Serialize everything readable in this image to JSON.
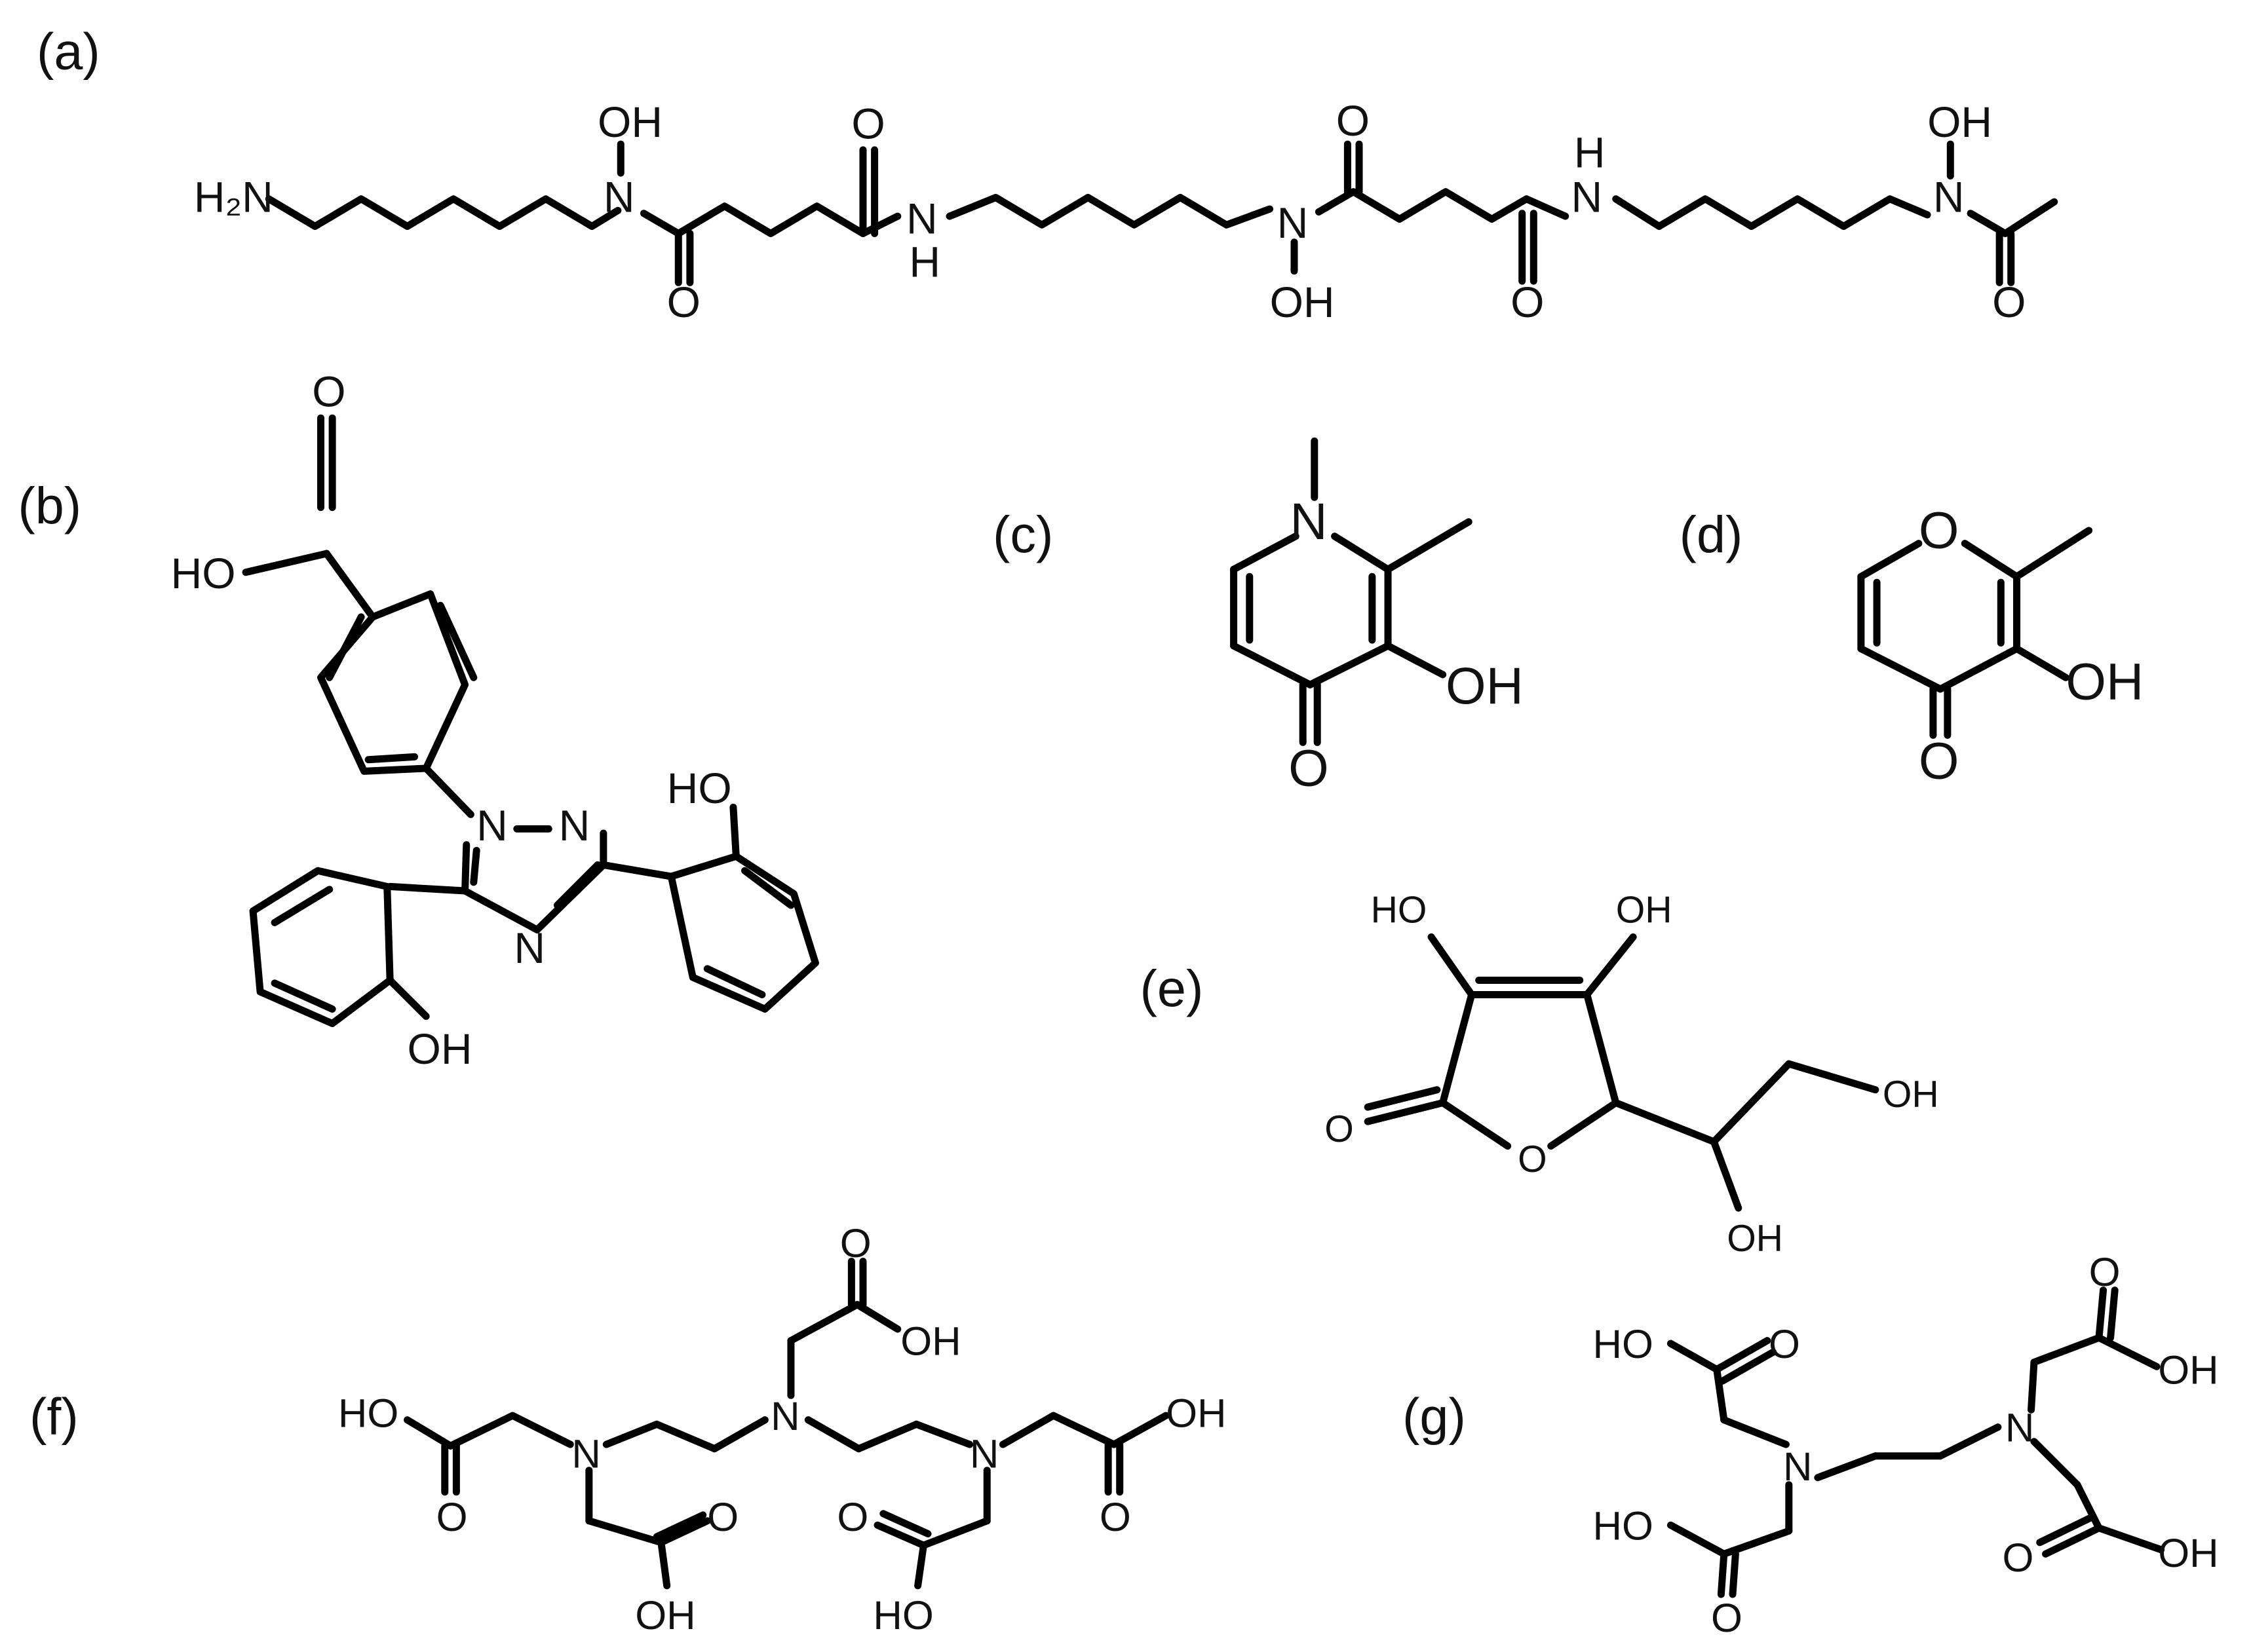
{
  "figure": {
    "panels": [
      {
        "label": "(a)",
        "atom_labels": [
          "H₂N",
          "OH",
          "N",
          "O",
          "O",
          "N",
          "H",
          "N",
          "OH",
          "O",
          "H",
          "N",
          "O",
          "OH",
          "N",
          "O"
        ]
      },
      {
        "label": "(b)",
        "atom_labels": [
          "O",
          "HO",
          "N",
          "N",
          "N",
          "HO",
          "OH"
        ]
      },
      {
        "label": "(c)",
        "atom_labels": [
          "N",
          "OH",
          "O"
        ]
      },
      {
        "label": "(d)",
        "atom_labels": [
          "O",
          "OH",
          "O"
        ]
      },
      {
        "label": "(e)",
        "atom_labels": [
          "HO",
          "OH",
          "O",
          "O",
          "OH",
          "OH"
        ]
      },
      {
        "label": "(f)",
        "atom_labels": [
          "O",
          "OH",
          "HO",
          "N",
          "N",
          "N",
          "OH",
          "O",
          "O",
          "O",
          "O",
          "OH",
          "HO"
        ]
      },
      {
        "label": "(g)",
        "atom_labels": [
          "HO",
          "O",
          "O",
          "OH",
          "N",
          "N",
          "HO",
          "O",
          "O",
          "OH"
        ]
      }
    ]
  }
}
